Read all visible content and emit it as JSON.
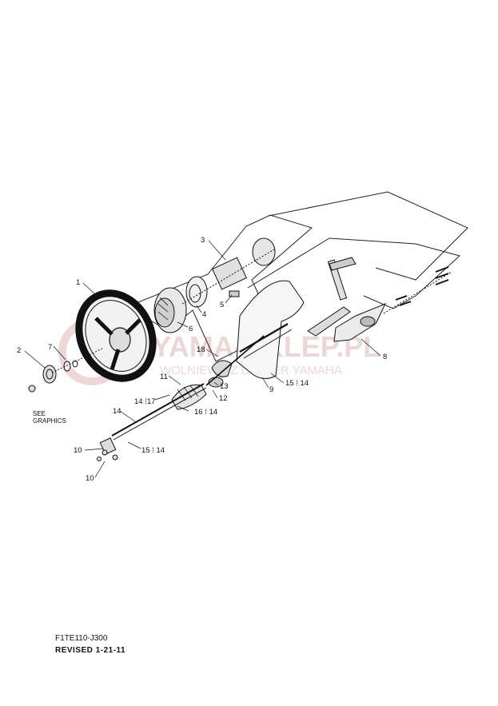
{
  "watermark": {
    "brand": "YAMA-SKLEP.PL",
    "tagline": "WOLNIEWICZ DEALER YAMAHA",
    "color": "#e7c9c9"
  },
  "callouts": {
    "c1": "1",
    "c2": "2",
    "c3": "3",
    "c4": "4",
    "c5": "5",
    "c6": "6",
    "c7": "7",
    "c8": "8",
    "c9": "9",
    "c10a": "10",
    "c10b": "10",
    "c11": "11",
    "c12": "12",
    "c13": "13",
    "c14_17": "14 ⁞17",
    "c14": "14",
    "c16_14": "16 ⁞ 14",
    "c15_14a": "15 ⁞ 14",
    "c15_14b": "15 ⁞ 14",
    "c18": "18",
    "see_graphics_1": "SEE",
    "see_graphics_2": "GRAPHICS"
  },
  "footer": {
    "code": "F1TE110-J300",
    "revised": "REVISED 1-21-11"
  }
}
